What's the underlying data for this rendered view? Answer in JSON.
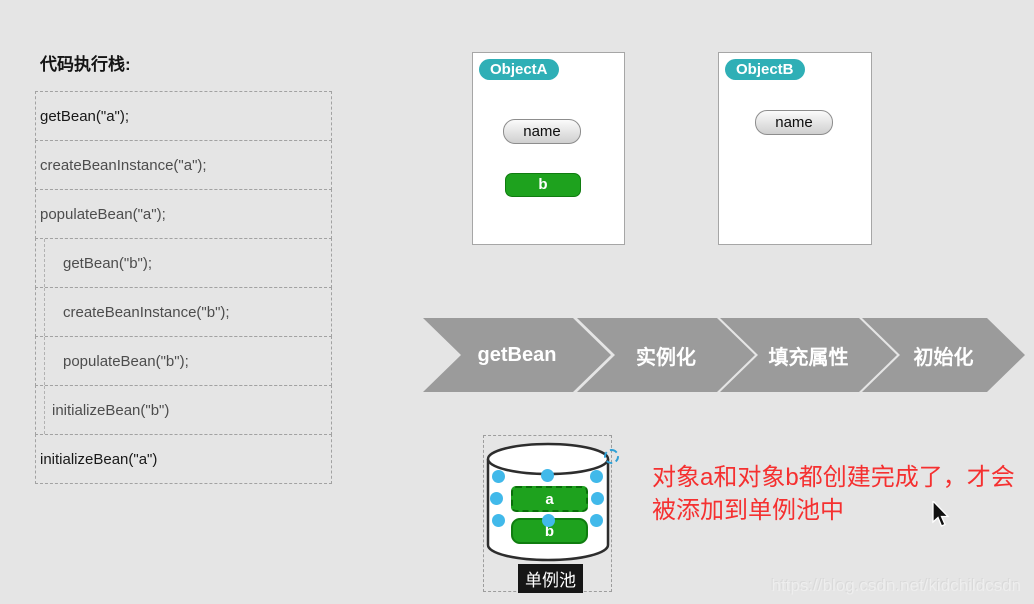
{
  "stack": {
    "title": "代码执行栈:",
    "frames": [
      {
        "text": "getBean(\"a\");"
      },
      {
        "text": "createBeanInstance(\"a\");"
      },
      {
        "text": "populateBean(\"a\");"
      },
      {
        "text": "getBean(\"b\");"
      },
      {
        "text": "createBeanInstance(\"b\");"
      },
      {
        "text": "populateBean(\"b\");"
      },
      {
        "text": "initializeBean(\"b\")"
      },
      {
        "text": "initializeBean(\"a\")"
      }
    ]
  },
  "objects": {
    "a": {
      "title": "ObjectA",
      "field_name": "name",
      "field_b": "b"
    },
    "b": {
      "title": "ObjectB",
      "field_name": "name"
    }
  },
  "flow": {
    "steps": [
      "getBean",
      "实例化",
      "填充属性",
      "初始化"
    ]
  },
  "pool": {
    "label": "单例池",
    "items": [
      "a",
      "b"
    ]
  },
  "note": {
    "lines": [
      "对象a和对象b都创建完成了，才会",
      "被添加到单例池中"
    ]
  },
  "watermark": "https://blog.csdn.net/kidchildcsdn",
  "colors": {
    "background": "#e5e5e5",
    "tag_teal": "#2fafb6",
    "bean_green": "#1ea21e",
    "chevron_gray": "#9b9b9b",
    "note_red": "#f53030",
    "handle_blue": "#41b9ea"
  }
}
